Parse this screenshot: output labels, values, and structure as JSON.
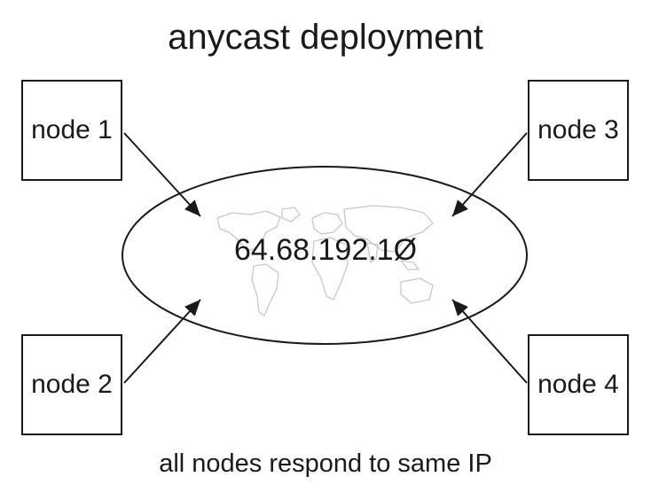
{
  "title": "anycast deployment",
  "shared_address": {
    "ip": "64.68.192.1Ø",
    "backdrop": "world-map"
  },
  "nodes": [
    {
      "label": "node 1"
    },
    {
      "label": "node 2"
    },
    {
      "label": "node 3"
    },
    {
      "label": "node 4"
    }
  ],
  "caption": "all nodes respond to same IP",
  "colors": {
    "line": "#1a1a1a",
    "map": "#c8c8c8",
    "background": "#ffffff"
  }
}
